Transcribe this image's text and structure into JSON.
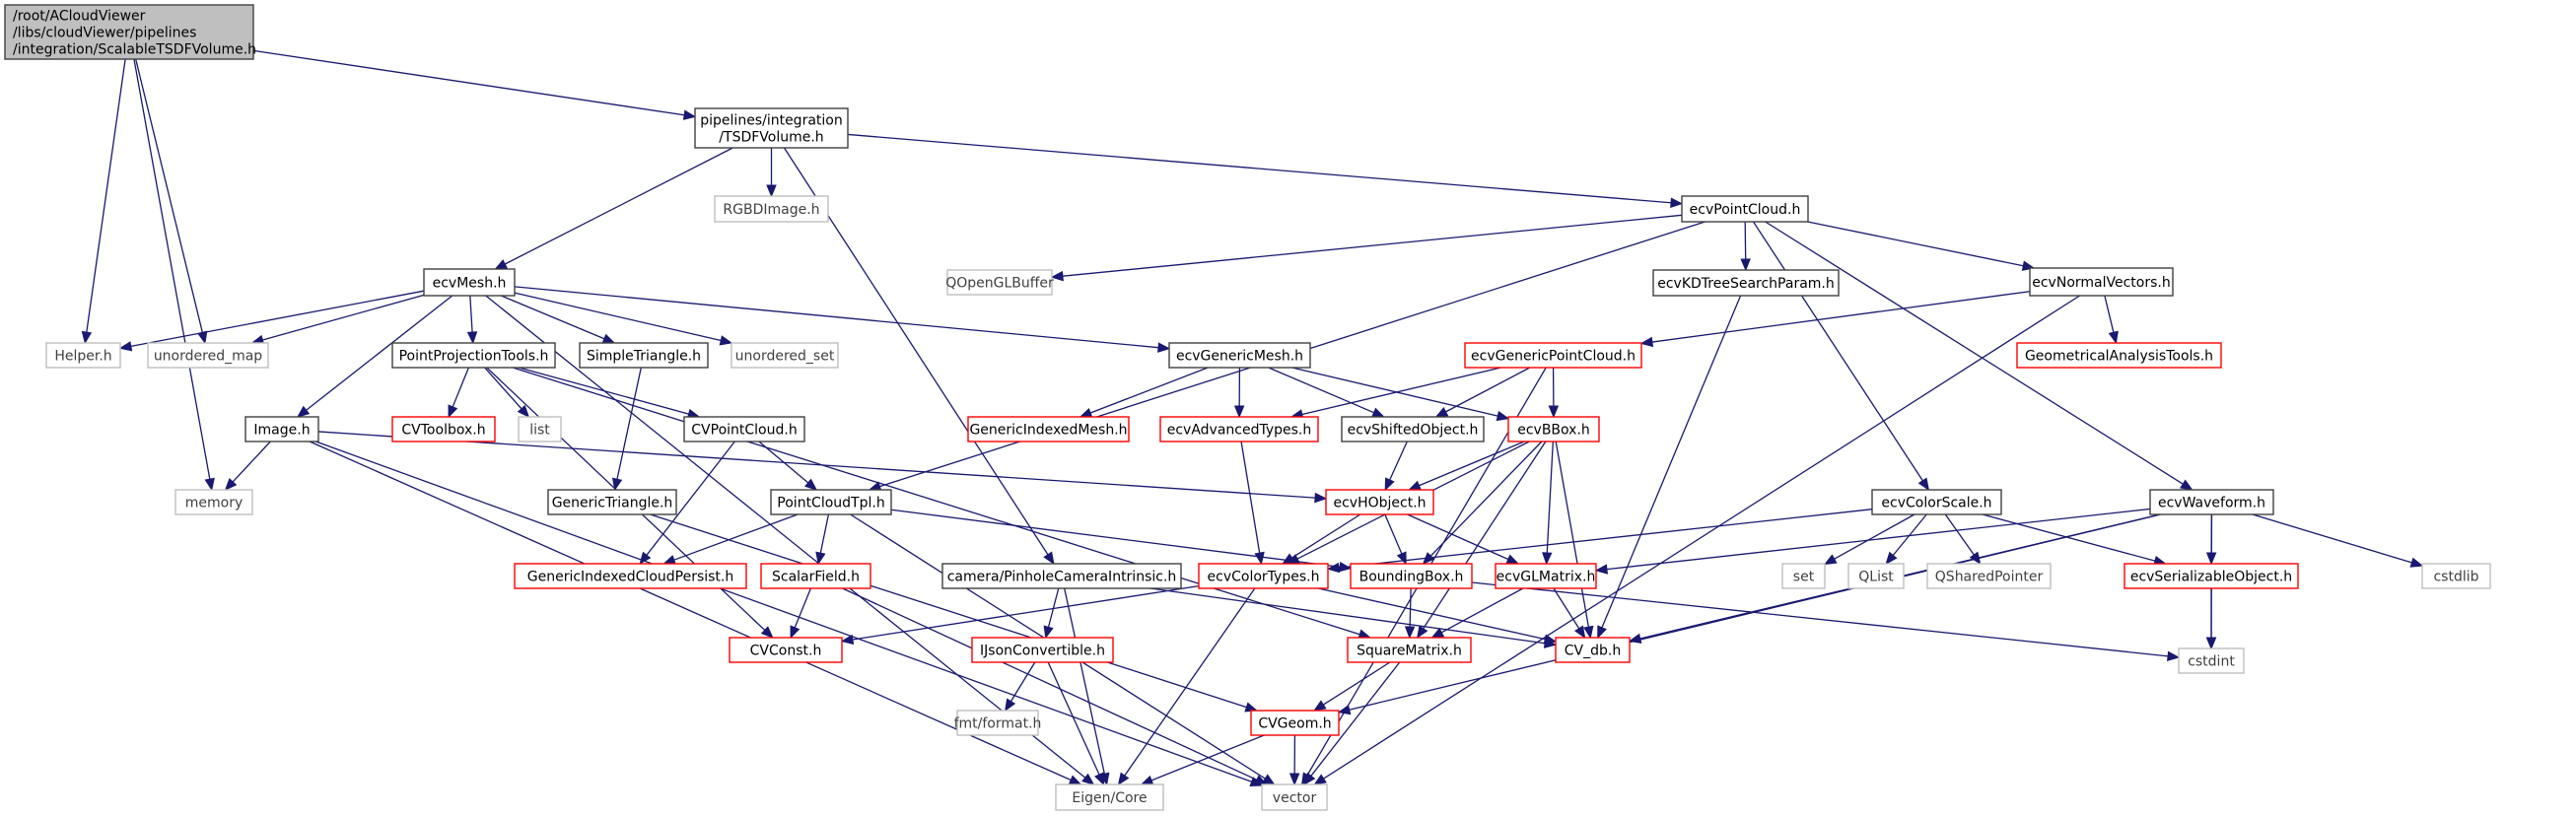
{
  "title": "Include dependency graph for ScalableTSDFVolume.h",
  "colors": {
    "edge": "#191970",
    "root_fill": "#bfbfbf",
    "documented_border": "#404040",
    "undocumented_border": "#ff0000",
    "external_border": "#bfbfbf"
  },
  "nodes": [
    {
      "id": "root",
      "label": [
        "/root/ACloudViewer",
        "/libs/cloudViewer/pipelines",
        "/integration/ScalableTSDFVolume.h"
      ],
      "kind": "root"
    },
    {
      "id": "tsdf",
      "label": [
        "pipelines/integration",
        "/TSDFVolume.h"
      ],
      "kind": "documented"
    },
    {
      "id": "rgbd",
      "label": [
        "RGBDImage.h"
      ],
      "kind": "external"
    },
    {
      "id": "ecvpc",
      "label": [
        "ecvPointCloud.h"
      ],
      "kind": "documented"
    },
    {
      "id": "ecvmesh",
      "label": [
        "ecvMesh.h"
      ],
      "kind": "documented"
    },
    {
      "id": "helper",
      "label": [
        "Helper.h"
      ],
      "kind": "external"
    },
    {
      "id": "umap",
      "label": [
        "unordered_map"
      ],
      "kind": "external"
    },
    {
      "id": "ppt",
      "label": [
        "PointProjectionTools.h"
      ],
      "kind": "documented"
    },
    {
      "id": "simpletri",
      "label": [
        "SimpleTriangle.h"
      ],
      "kind": "documented"
    },
    {
      "id": "uset",
      "label": [
        "unordered_set"
      ],
      "kind": "external"
    },
    {
      "id": "qglbuf",
      "label": [
        "QOpenGLBuffer"
      ],
      "kind": "external"
    },
    {
      "id": "kdtree",
      "label": [
        "ecvKDTreeSearchParam.h"
      ],
      "kind": "documented"
    },
    {
      "id": "normals",
      "label": [
        "ecvNormalVectors.h"
      ],
      "kind": "documented"
    },
    {
      "id": "genmesh",
      "label": [
        "ecvGenericMesh.h"
      ],
      "kind": "documented"
    },
    {
      "id": "genpc",
      "label": [
        "ecvGenericPointCloud.h"
      ],
      "kind": "undocumented"
    },
    {
      "id": "geomtools",
      "label": [
        "GeometricalAnalysisTools.h"
      ],
      "kind": "undocumented"
    },
    {
      "id": "image",
      "label": [
        "Image.h"
      ],
      "kind": "documented"
    },
    {
      "id": "cvtoolbox",
      "label": [
        "CVToolbox.h"
      ],
      "kind": "undocumented"
    },
    {
      "id": "list",
      "label": [
        "list"
      ],
      "kind": "external"
    },
    {
      "id": "cvpc",
      "label": [
        "CVPointCloud.h"
      ],
      "kind": "documented"
    },
    {
      "id": "genidxmesh",
      "label": [
        "GenericIndexedMesh.h"
      ],
      "kind": "undocumented"
    },
    {
      "id": "advtypes",
      "label": [
        "ecvAdvancedTypes.h"
      ],
      "kind": "undocumented"
    },
    {
      "id": "shifted",
      "label": [
        "ecvShiftedObject.h"
      ],
      "kind": "documented"
    },
    {
      "id": "bbox",
      "label": [
        "ecvBBox.h"
      ],
      "kind": "undocumented"
    },
    {
      "id": "memory",
      "label": [
        "memory"
      ],
      "kind": "external"
    },
    {
      "id": "gentri",
      "label": [
        "GenericTriangle.h"
      ],
      "kind": "documented"
    },
    {
      "id": "pctpl",
      "label": [
        "PointCloudTpl.h"
      ],
      "kind": "documented"
    },
    {
      "id": "hobject",
      "label": [
        "ecvHObject.h"
      ],
      "kind": "undocumented"
    },
    {
      "id": "colorscale",
      "label": [
        "ecvColorScale.h"
      ],
      "kind": "documented"
    },
    {
      "id": "waveform",
      "label": [
        "ecvWaveform.h"
      ],
      "kind": "documented"
    },
    {
      "id": "gicp",
      "label": [
        "GenericIndexedCloudPersist.h"
      ],
      "kind": "undocumented"
    },
    {
      "id": "scalarfield",
      "label": [
        "ScalarField.h"
      ],
      "kind": "undocumented"
    },
    {
      "id": "pinhole",
      "label": [
        "camera/PinholeCameraIntrinsic.h"
      ],
      "kind": "documented"
    },
    {
      "id": "colortypes",
      "label": [
        "ecvColorTypes.h"
      ],
      "kind": "undocumented"
    },
    {
      "id": "boundingbox",
      "label": [
        "BoundingBox.h"
      ],
      "kind": "undocumented"
    },
    {
      "id": "glmatrix",
      "label": [
        "ecvGLMatrix.h"
      ],
      "kind": "undocumented"
    },
    {
      "id": "set",
      "label": [
        "set"
      ],
      "kind": "external"
    },
    {
      "id": "qlist",
      "label": [
        "QList"
      ],
      "kind": "external"
    },
    {
      "id": "qshared",
      "label": [
        "QSharedPointer"
      ],
      "kind": "external"
    },
    {
      "id": "serializable",
      "label": [
        "ecvSerializableObject.h"
      ],
      "kind": "undocumented"
    },
    {
      "id": "cstdlib",
      "label": [
        "cstdlib"
      ],
      "kind": "external"
    },
    {
      "id": "cvconst",
      "label": [
        "CVConst.h"
      ],
      "kind": "undocumented"
    },
    {
      "id": "ijson",
      "label": [
        "IJsonConvertible.h"
      ],
      "kind": "undocumented"
    },
    {
      "id": "squarematrix",
      "label": [
        "SquareMatrix.h"
      ],
      "kind": "undocumented"
    },
    {
      "id": "cvdb",
      "label": [
        "CV_db.h"
      ],
      "kind": "undocumented"
    },
    {
      "id": "cstdint",
      "label": [
        "cstdint"
      ],
      "kind": "external"
    },
    {
      "id": "fmt",
      "label": [
        "fmt/format.h"
      ],
      "kind": "external"
    },
    {
      "id": "cvgeom",
      "label": [
        "CVGeom.h"
      ],
      "kind": "undocumented"
    },
    {
      "id": "eigen",
      "label": [
        "Eigen/Core"
      ],
      "kind": "external"
    },
    {
      "id": "vector",
      "label": [
        "vector"
      ],
      "kind": "external"
    }
  ],
  "edges": [
    [
      "root",
      "tsdf"
    ],
    [
      "root",
      "memory"
    ],
    [
      "root",
      "helper"
    ],
    [
      "root",
      "umap"
    ],
    [
      "tsdf",
      "rgbd"
    ],
    [
      "tsdf",
      "ecvpc"
    ],
    [
      "tsdf",
      "ecvmesh"
    ],
    [
      "tsdf",
      "pinhole"
    ],
    [
      "ecvpc",
      "qglbuf"
    ],
    [
      "ecvpc",
      "kdtree"
    ],
    [
      "ecvpc",
      "normals"
    ],
    [
      "ecvpc",
      "pctpl"
    ],
    [
      "ecvpc",
      "colorscale"
    ],
    [
      "ecvpc",
      "waveform"
    ],
    [
      "ecvmesh",
      "helper"
    ],
    [
      "ecvmesh",
      "umap"
    ],
    [
      "ecvmesh",
      "ppt"
    ],
    [
      "ecvmesh",
      "simpletri"
    ],
    [
      "ecvmesh",
      "uset"
    ],
    [
      "ecvmesh",
      "genmesh"
    ],
    [
      "ecvmesh",
      "image"
    ],
    [
      "ecvmesh",
      "eigen"
    ],
    [
      "ppt",
      "cvtoolbox"
    ],
    [
      "ppt",
      "list"
    ],
    [
      "ppt",
      "cvpc"
    ],
    [
      "ppt",
      "cvconst"
    ],
    [
      "ppt",
      "squarematrix"
    ],
    [
      "simpletri",
      "gentri"
    ],
    [
      "kdtree",
      "cvdb"
    ],
    [
      "normals",
      "genpc"
    ],
    [
      "normals",
      "geomtools"
    ],
    [
      "normals",
      "vector"
    ],
    [
      "genmesh",
      "genidxmesh"
    ],
    [
      "genmesh",
      "advtypes"
    ],
    [
      "genmesh",
      "shifted"
    ],
    [
      "genmesh",
      "bbox"
    ],
    [
      "genpc",
      "advtypes"
    ],
    [
      "genpc",
      "shifted"
    ],
    [
      "genpc",
      "bbox"
    ],
    [
      "genpc",
      "vector"
    ],
    [
      "image",
      "memory"
    ],
    [
      "image",
      "hobject"
    ],
    [
      "image",
      "eigen"
    ],
    [
      "image",
      "vector"
    ],
    [
      "cvpc",
      "pctpl"
    ],
    [
      "cvpc",
      "gicp"
    ],
    [
      "advtypes",
      "colortypes"
    ],
    [
      "shifted",
      "hobject"
    ],
    [
      "bbox",
      "hobject"
    ],
    [
      "bbox",
      "colortypes"
    ],
    [
      "bbox",
      "boundingbox"
    ],
    [
      "bbox",
      "glmatrix"
    ],
    [
      "bbox",
      "squarematrix"
    ],
    [
      "bbox",
      "cvdb"
    ],
    [
      "gentri",
      "cvgeom"
    ],
    [
      "pctpl",
      "gicp"
    ],
    [
      "pctpl",
      "scalarfield"
    ],
    [
      "pctpl",
      "boundingbox"
    ],
    [
      "pctpl",
      "vector"
    ],
    [
      "hobject",
      "colortypes"
    ],
    [
      "hobject",
      "boundingbox"
    ],
    [
      "hobject",
      "glmatrix"
    ],
    [
      "colorscale",
      "colortypes"
    ],
    [
      "colorscale",
      "set"
    ],
    [
      "colorscale",
      "qlist"
    ],
    [
      "colorscale",
      "qshared"
    ],
    [
      "colorscale",
      "serializable"
    ],
    [
      "waveform",
      "glmatrix"
    ],
    [
      "waveform",
      "serializable"
    ],
    [
      "waveform",
      "cstdlib"
    ],
    [
      "waveform",
      "cstdint"
    ],
    [
      "waveform",
      "cvdb"
    ],
    [
      "waveform",
      "cvgeom"
    ],
    [
      "scalarfield",
      "cvconst"
    ],
    [
      "scalarfield",
      "vector"
    ],
    [
      "pinhole",
      "ijson"
    ],
    [
      "pinhole",
      "eigen"
    ],
    [
      "pinhole",
      "cvdb"
    ],
    [
      "colortypes",
      "cvconst"
    ],
    [
      "colortypes",
      "cvdb"
    ],
    [
      "colortypes",
      "eigen"
    ],
    [
      "boundingbox",
      "squarematrix"
    ],
    [
      "boundingbox",
      "cstdint"
    ],
    [
      "glmatrix",
      "squarematrix"
    ],
    [
      "glmatrix",
      "cvdb"
    ],
    [
      "serializable",
      "cstdint"
    ],
    [
      "ijson",
      "fmt"
    ],
    [
      "ijson",
      "eigen"
    ],
    [
      "squarematrix",
      "cvgeom"
    ],
    [
      "squarematrix",
      "vector"
    ],
    [
      "cvgeom",
      "eigen"
    ],
    [
      "cvgeom",
      "vector"
    ]
  ]
}
